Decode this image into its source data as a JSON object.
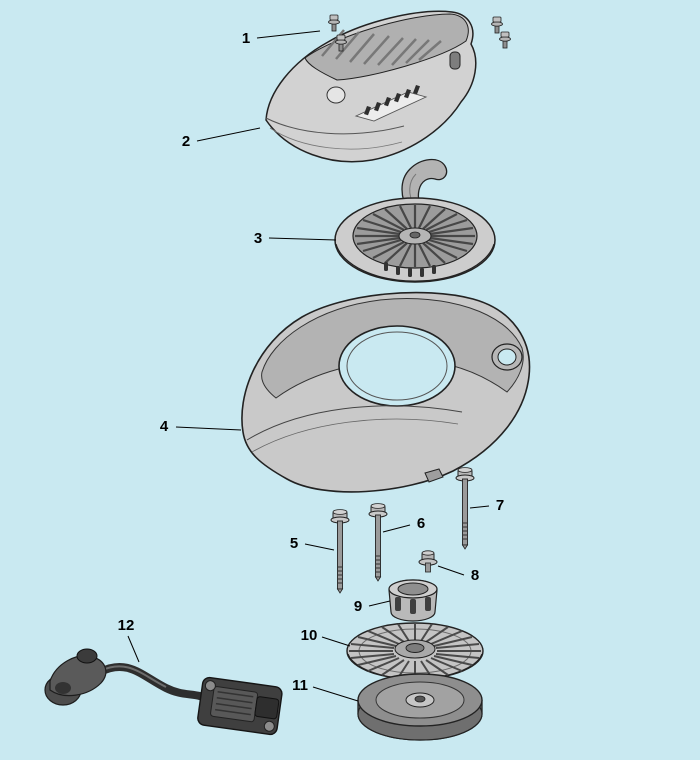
{
  "colors": {
    "background": "#c9e9f1",
    "part_light": "#d2d2d2",
    "part_mid": "#b3b3b3",
    "part_dark": "#4d4d4d",
    "outline": "#222222",
    "label": "#000000"
  },
  "callouts": [
    {
      "label": "1"
    },
    {
      "label": "2"
    },
    {
      "label": "3"
    },
    {
      "label": "4"
    },
    {
      "label": "5"
    },
    {
      "label": "6"
    },
    {
      "label": "7"
    },
    {
      "label": "8"
    },
    {
      "label": "9"
    },
    {
      "label": "10"
    },
    {
      "label": "11"
    },
    {
      "label": "12"
    }
  ]
}
